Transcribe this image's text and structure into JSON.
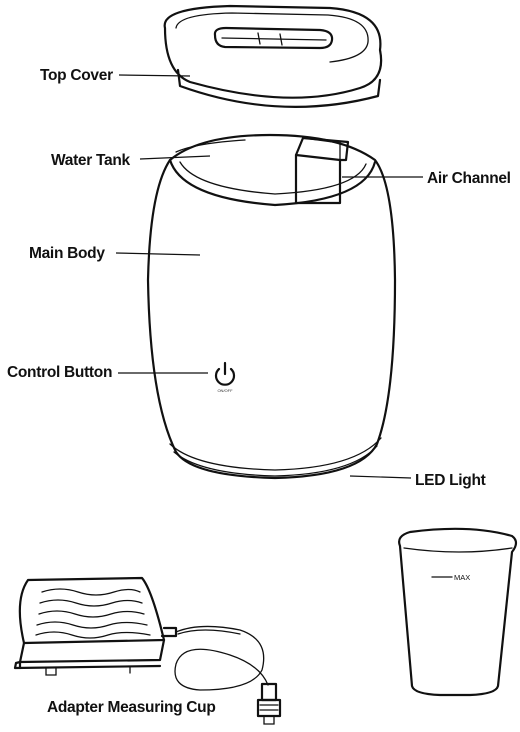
{
  "labels": {
    "top_cover": "Top Cover",
    "water_tank": "Water Tank",
    "air_channel": "Air Channel",
    "main_body": "Main Body",
    "control_button": "Control Button",
    "led_light": "LED Light",
    "adapter_measuring_cup": "Adapter Measuring Cup",
    "max_mark": "MAX",
    "button_caption": "ON/OFF"
  },
  "icons": {
    "power": "power-icon"
  },
  "colors": {
    "line": "#111111",
    "background": "#ffffff"
  }
}
